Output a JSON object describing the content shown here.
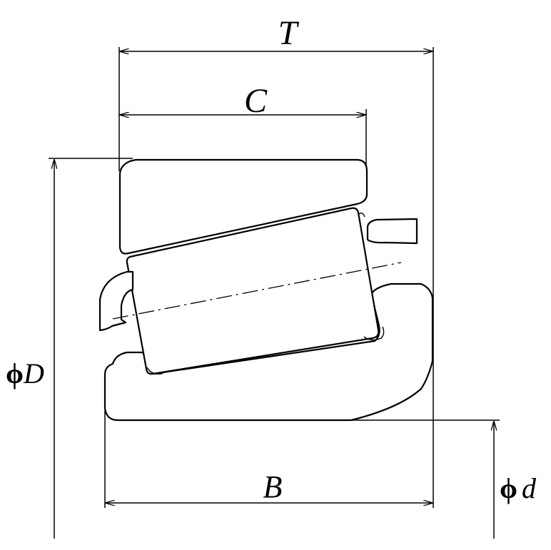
{
  "dimensions": {
    "T": "T",
    "C": "C",
    "B": "B",
    "D_symbol": "ϕ",
    "D_letter": "D",
    "d_symbol": "ϕ",
    "d_letter": "d"
  },
  "colors": {
    "line": "#000000",
    "background": "#ffffff"
  }
}
